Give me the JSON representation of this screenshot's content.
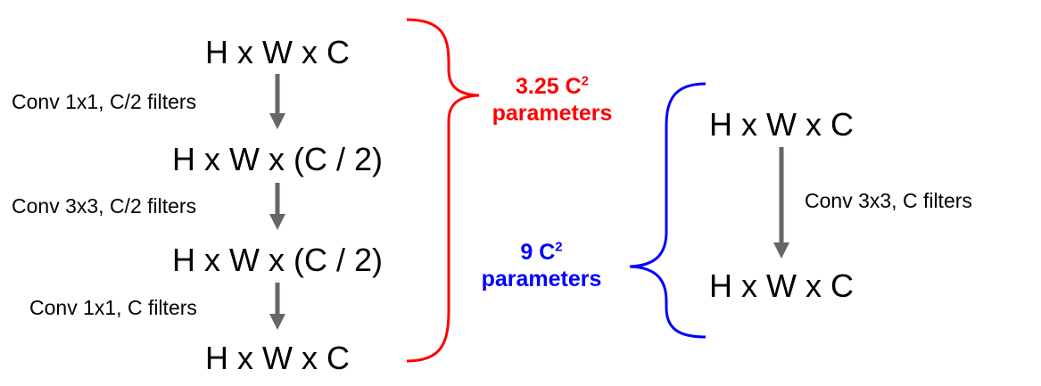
{
  "bottleneck": {
    "shapes": [
      "H x W x C",
      "H x W x (C / 2)",
      "H x W x (C / 2)",
      "H x W x C"
    ],
    "ops": [
      "Conv 1x1, C/2 filters",
      "Conv 3x3, C/2 filters",
      "Conv 1x1, C filters"
    ],
    "params": {
      "value": "3.25 C",
      "exponent": "2",
      "unit": "parameters"
    },
    "color": "#ff0000"
  },
  "plain": {
    "shapes": [
      "H x W x C",
      "H x W x C"
    ],
    "ops": [
      "Conv 3x3, C filters"
    ],
    "params": {
      "value": "9 C",
      "exponent": "2",
      "unit": "parameters"
    },
    "color": "#0000ff"
  },
  "arrow_color": "#666666"
}
